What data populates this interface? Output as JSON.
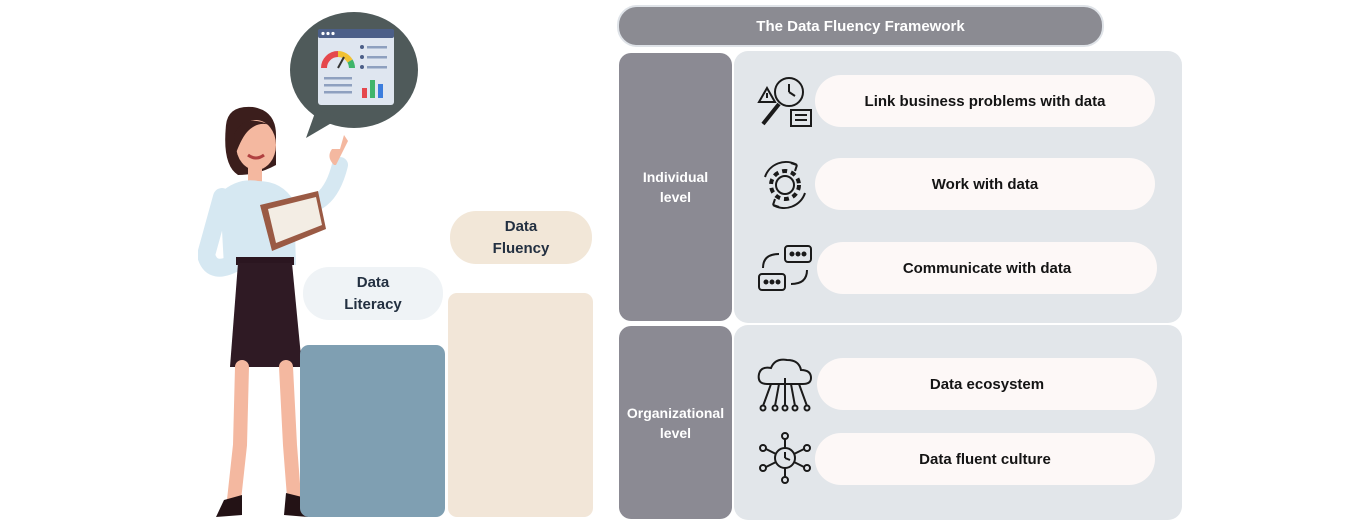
{
  "framework": {
    "title": "The Data Fluency Framework",
    "levels": [
      {
        "label": "Individual\nlevel",
        "items": [
          {
            "label": "Link business problems with data",
            "icon": "magnifier-clock-icon"
          },
          {
            "label": "Work with data",
            "icon": "gear-cycle-icon"
          },
          {
            "label": "Communicate with data",
            "icon": "chat-exchange-icon"
          }
        ]
      },
      {
        "label": "Organizational\nlevel",
        "items": [
          {
            "label": "Data ecosystem",
            "icon": "cloud-network-icon"
          },
          {
            "label": "Data fluent culture",
            "icon": "people-network-icon"
          }
        ]
      }
    ]
  },
  "steps": {
    "literacy": "Data\nLiteracy",
    "fluency": "Data\nFluency"
  },
  "colors": {
    "title_bg": "#8b8b92",
    "level_bg": "#8b8a93",
    "panel_bg": "#e2e6ea",
    "pill_bg": "#fdf8f7",
    "literacy_bar": "#7f9fb2",
    "fluency_bar": "#f2e6d8"
  }
}
